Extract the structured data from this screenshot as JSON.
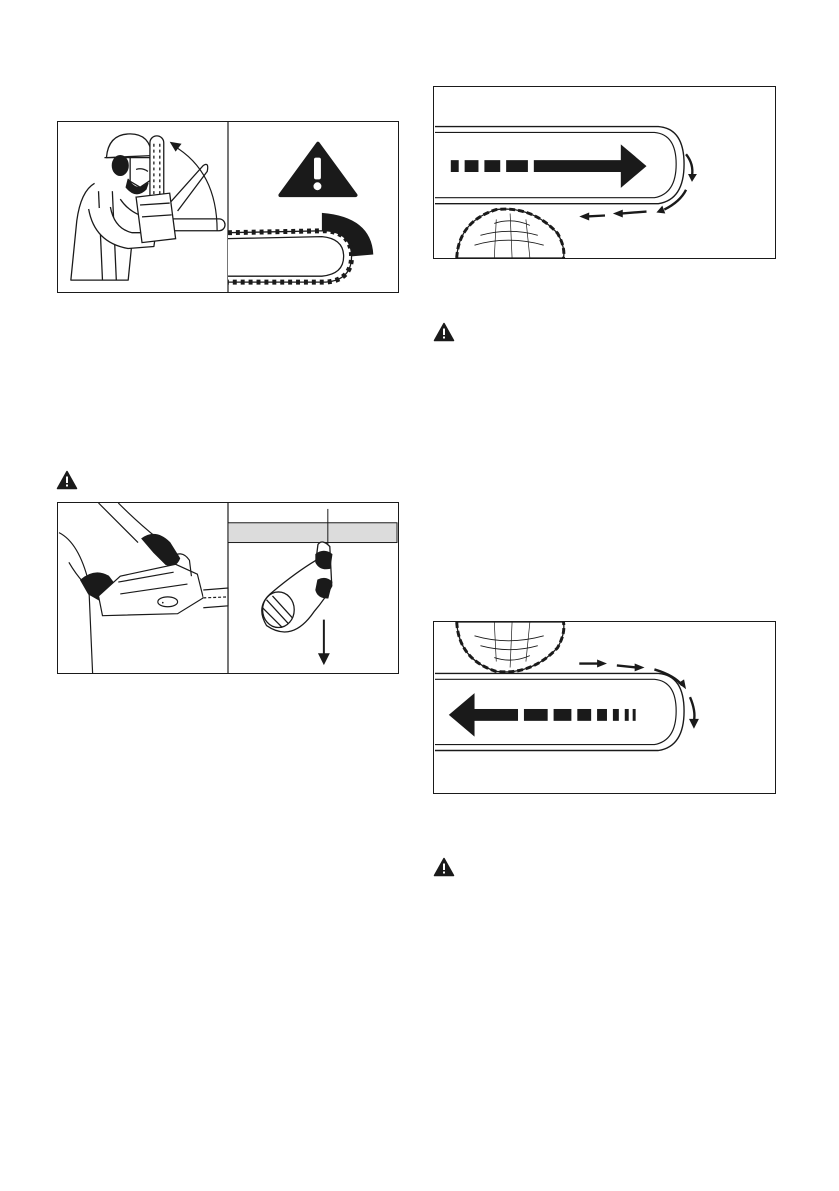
{
  "page": {
    "background": "#ffffff",
    "ink_color": "#1a1a1a"
  },
  "figures": [
    {
      "name": "kickback-illustration",
      "icons": [
        "operator-icon",
        "chainsaw-icon",
        "warning-triangle-icon",
        "kickback-zone-icon"
      ]
    },
    {
      "name": "chain-brake-illustration",
      "icons": [
        "gloved-hands-icon",
        "chainsaw-icon",
        "chain-brake-lever-icon",
        "down-arrow-icon"
      ]
    },
    {
      "name": "pulling-chain-illustration",
      "icons": [
        "guide-bar-icon",
        "log-icon",
        "right-arrow-icon"
      ]
    },
    {
      "name": "pushing-chain-illustration",
      "icons": [
        "guide-bar-icon",
        "log-icon",
        "left-arrow-icon"
      ]
    }
  ],
  "warning_icons": [
    "warning-triangle-icon",
    "warning-triangle-icon",
    "warning-triangle-icon"
  ]
}
